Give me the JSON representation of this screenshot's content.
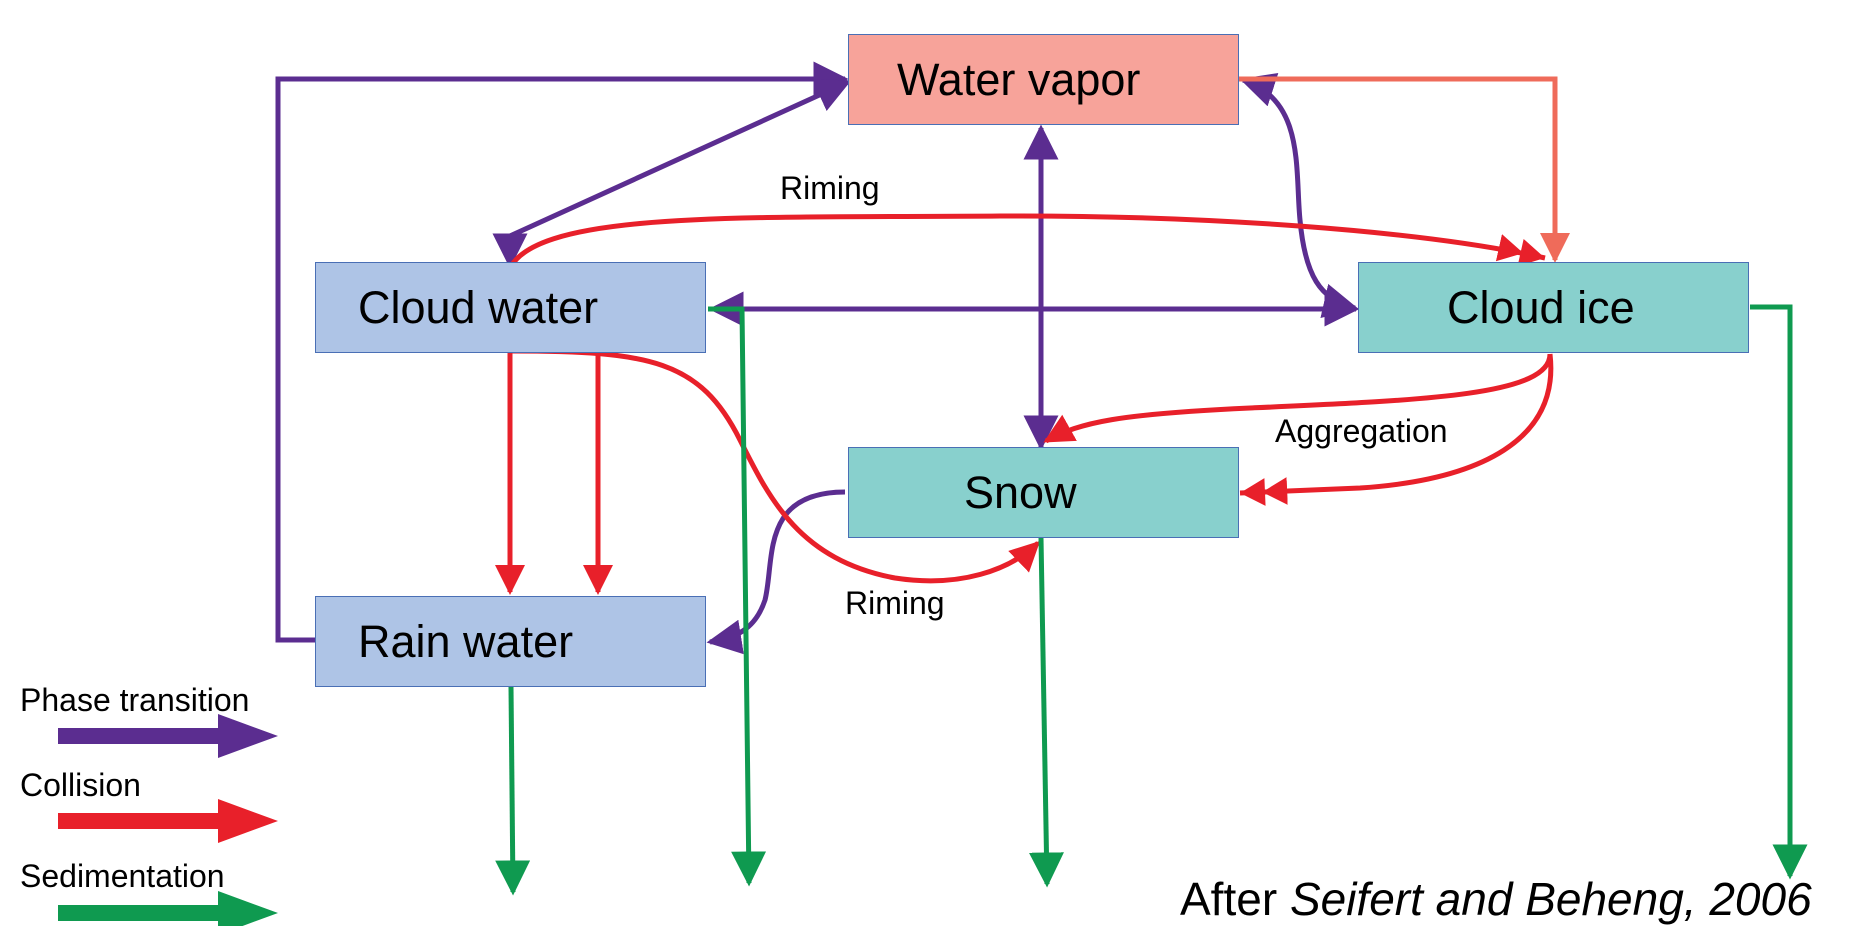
{
  "nodes": {
    "water_vapor": "Water vapor",
    "cloud_water": "Cloud water",
    "cloud_ice": "Cloud ice",
    "snow": "Snow",
    "rain_water": "Rain water"
  },
  "labels": {
    "riming_top": "Riming",
    "riming_bottom": "Riming",
    "aggregation": "Aggregation"
  },
  "legend": {
    "phase_transition": "Phase transition",
    "collision": "Collision",
    "sedimentation": "Sedimentation"
  },
  "credit": {
    "prefix": "After ",
    "source": "Seifert and Beheng, 2006"
  },
  "colors": {
    "phase_transition": "#5b2d90",
    "collision": "#e8202a",
    "sedimentation": "#0f9a50",
    "vapor_to_ice": "#ef6b5a",
    "water_vapor_fill": "#f7a39a",
    "liquid_fill": "#aec4e6",
    "ice_fill": "#88d0cd"
  }
}
